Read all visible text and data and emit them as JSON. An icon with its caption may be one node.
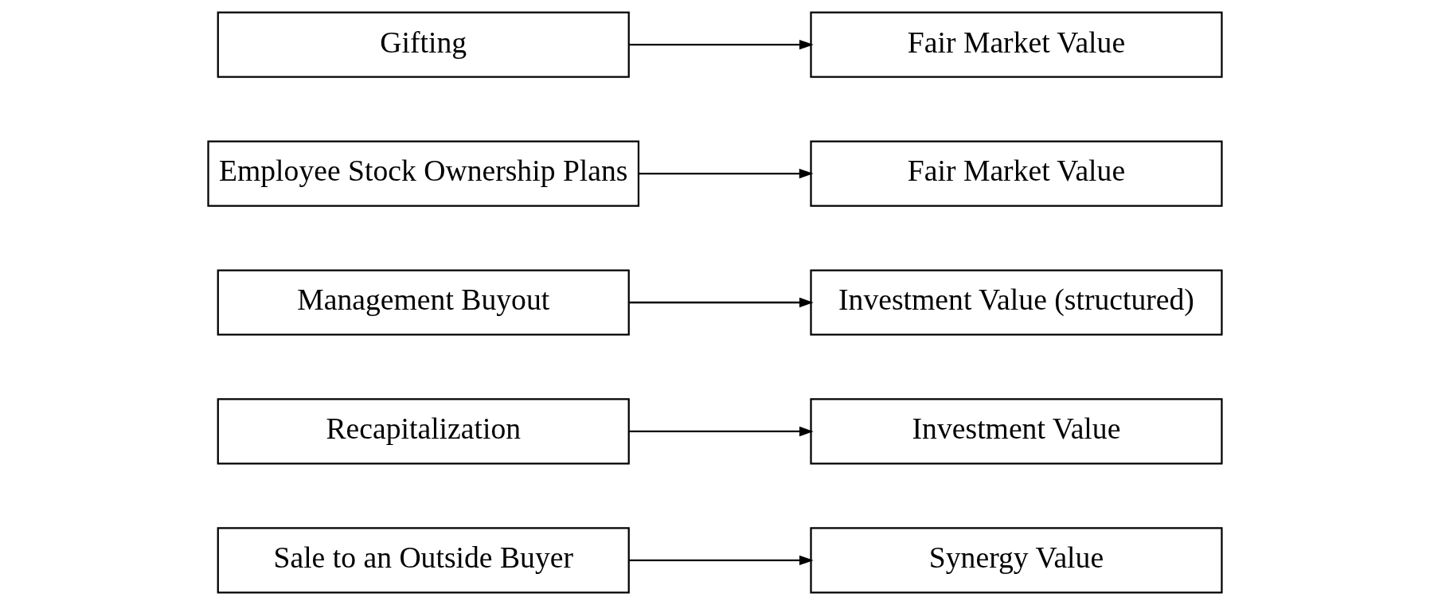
{
  "diagram": {
    "nodes": [
      {
        "text": [
          "Sale to an Outside Buyer"
        ]
      },
      {
        "text": [
          "Synergy Value"
        ]
      },
      {
        "text": [
          "Recapitalization"
        ]
      },
      {
        "text": [
          "Investment Value"
        ]
      },
      {
        "text": [
          "Management Buyout"
        ]
      },
      {
        "text": [
          "Investment Value (structured)"
        ]
      },
      {
        "text": [
          "Employee Stock Ownership Plans"
        ]
      },
      {
        "text": [
          "Fair Market Value"
        ]
      },
      {
        "text": [
          "Gifting"
        ]
      },
      {
        "text": [
          "Fair Market Value"
        ]
      }
    ],
    "edges": [
      {
        "from": 0,
        "to": 1,
        "arrow": "to"
      },
      {
        "from": 2,
        "to": 3,
        "arrow": "to"
      },
      {
        "from": 4,
        "to": 5,
        "arrow": "to"
      },
      {
        "from": 6,
        "to": 7,
        "arrow": "to"
      },
      {
        "from": 8,
        "to": 9,
        "arrow": "to"
      }
    ]
  }
}
